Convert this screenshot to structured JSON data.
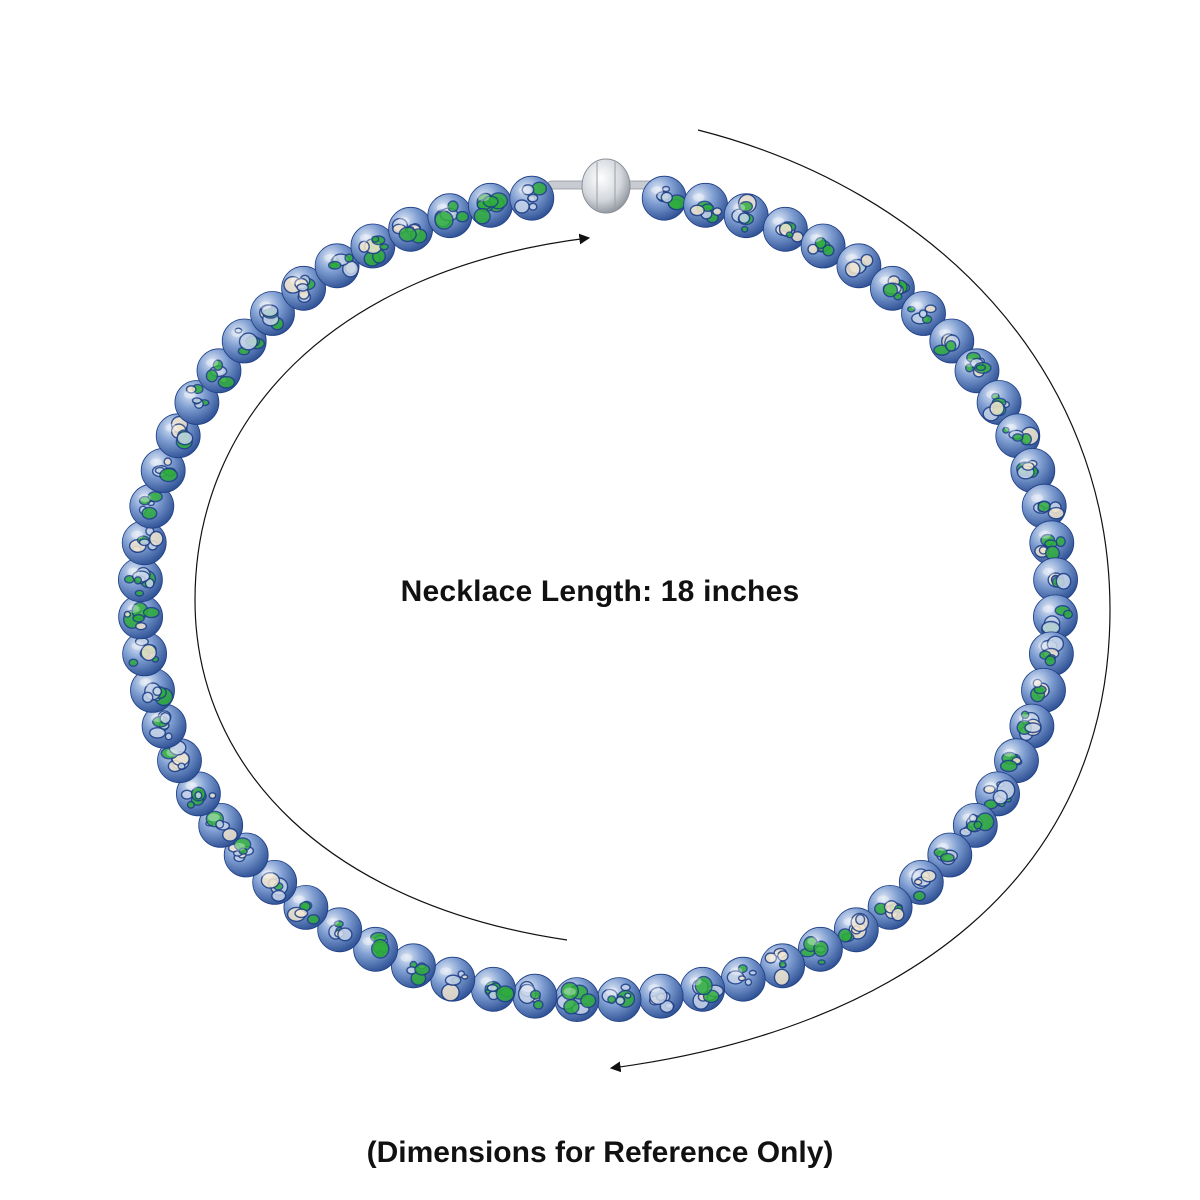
{
  "product": {
    "length_label": "Necklace Length: 18 inches",
    "disclaimer": "(Dimensions for Reference Only)"
  },
  "colors": {
    "background": "#ffffff",
    "bead_base": "#6f8fc7",
    "bead_light": "#c9d6ea",
    "bead_dark": "#1f3f86",
    "bead_green": "#2fae3c",
    "bead_cream": "#f2e6cf",
    "clasp": "#d9dde2",
    "arrow": "#111111",
    "text": "#111111"
  },
  "icons": {
    "clasp": "magnetic-ball-clasp-icon",
    "arrow": "arrowhead-icon"
  },
  "bead_count": 66
}
